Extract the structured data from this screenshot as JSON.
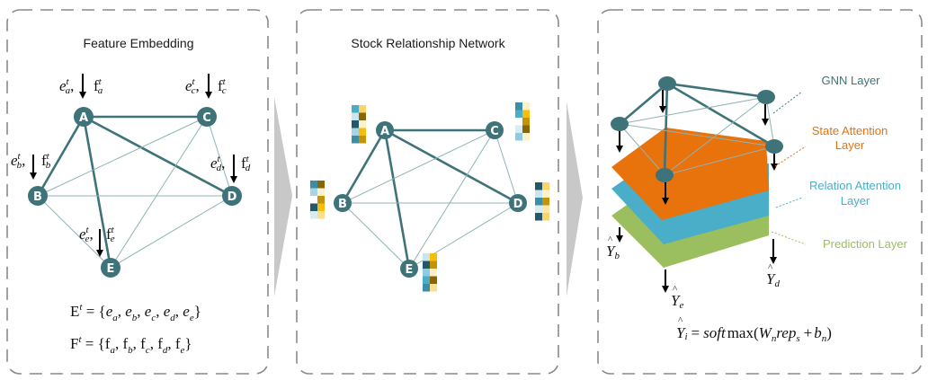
{
  "colors": {
    "node": "#3e7379",
    "edge_strong": "#3e7379",
    "edge_weak": "#8fb3b5",
    "panel_border": "#8a8a8a",
    "chevron": "#c4c4c4",
    "state_attention": "#e8720c",
    "relation_attention": "#4aaec8",
    "prediction": "#9bbf5e",
    "gnn_label": "#3e7379"
  },
  "panels": [
    {
      "title": "Feature Embedding",
      "nodes": [
        "A",
        "B",
        "C",
        "D",
        "E"
      ],
      "node_annotations": [
        {
          "node": "A",
          "e": "e",
          "f": "f",
          "sub": "a",
          "sup": "t"
        },
        {
          "node": "C",
          "e": "e",
          "f": "f",
          "sub": "c",
          "sup": "t"
        },
        {
          "node": "B",
          "e": "e",
          "f": "f",
          "sub": "b",
          "sup": "t"
        },
        {
          "node": "D",
          "e": "e",
          "f": "f",
          "sub": "d",
          "sup": "t"
        },
        {
          "node": "E",
          "e": "e",
          "f": "f",
          "sub": "e",
          "sup": "t"
        }
      ],
      "equations": [
        {
          "lhs": "E",
          "sup": "t",
          "set_symbol": "e",
          "subs": [
            "a",
            "b",
            "c",
            "d",
            "e"
          ]
        },
        {
          "lhs": "F",
          "sup": "t",
          "set_symbol": "f",
          "subs": [
            "a",
            "b",
            "c",
            "d",
            "e"
          ]
        }
      ]
    },
    {
      "title": "Stock Relationship Network",
      "nodes": [
        "A",
        "B",
        "C",
        "D",
        "E"
      ],
      "feature_grids": {
        "A": {
          "left": [
            "#4aaec8",
            "#c9e6ee",
            "#21586a",
            "#a7d5e3",
            "#3b8ea6"
          ],
          "right": [
            "#fbd36b",
            "#8a6405",
            "#fdf1cc",
            "#f7bd0b",
            "#c2930b"
          ]
        },
        "B": {
          "left": [
            "#3b8ea6",
            "#a7d5e3",
            "#ffffff",
            "#21586a",
            "#d5ecf2"
          ],
          "right": [
            "#8a6405",
            "#fdf1cc",
            "#c2930b",
            "#f7bd0b",
            "#fbdf8a"
          ]
        },
        "C": {
          "left": [
            "#3b8ea6",
            "#4aaec8",
            "#ffffff",
            "#d5ecf2",
            "#8fcbde"
          ],
          "right": [
            "#fdf1cc",
            "#f7bd0b",
            "#c2930b",
            "#8a6405",
            "#fdf1cc"
          ]
        },
        "D": {
          "left": [
            "#21586a",
            "#c9e6ee",
            "#3b8ea6",
            "#d5ecf2",
            "#21586a"
          ],
          "right": [
            "#fbd36b",
            "#fdf1cc",
            "#c2930b",
            "#fde7a8",
            "#fbd36b"
          ]
        },
        "E": {
          "left": [
            "#c9e6ee",
            "#21586a",
            "#8fcbde",
            "#4aaec8",
            "#3b8ea6"
          ],
          "right": [
            "#f7bd0b",
            "#c2930b",
            "#fdf1cc",
            "#8a6405",
            "#fbdf8a"
          ]
        }
      }
    },
    {
      "layers": [
        {
          "name": "GNN Layer",
          "color": "#3e7379"
        },
        {
          "name_line1": "State Attention",
          "name_line2": "Layer",
          "color": "#e8720c"
        },
        {
          "name_line1": "Relation Attention",
          "name_line2": "Layer",
          "color": "#4aaec8"
        },
        {
          "name": "Prediction Layer",
          "color": "#9bbf5e"
        }
      ],
      "outputs": [
        {
          "symbol": "Y",
          "hat": "^",
          "sub": "b"
        },
        {
          "symbol": "Y",
          "hat": "^",
          "sub": "e"
        },
        {
          "symbol": "Y",
          "hat": "^",
          "sub": "d"
        }
      ],
      "formula": {
        "lhs": "Y",
        "lhs_sub": "i",
        "hat": "^",
        "eq": "=",
        "fn_italic": "soft",
        "fn": "max",
        "open": "(",
        "W": "W",
        "W_sub": "n",
        "rep": "rep",
        "rep_sub": "s",
        "plus": "+",
        "b": "b",
        "b_sub": "n",
        "close": ")"
      }
    }
  ]
}
